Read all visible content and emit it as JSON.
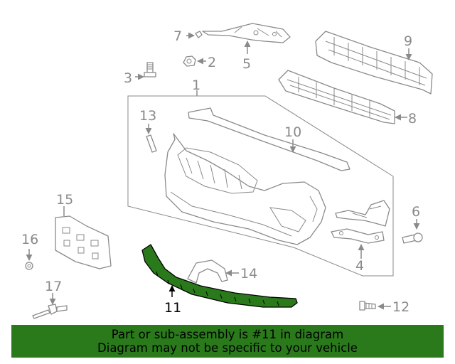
{
  "colors": {
    "highlight": "#2a7a1c",
    "banner_bg": "#2a7a1c",
    "line_gray": "#8a8a8a",
    "text_black": "#000000"
  },
  "callouts": {
    "c1": "1",
    "c2": "2",
    "c3": "3",
    "c4": "4",
    "c5": "5",
    "c6": "6",
    "c7": "7",
    "c8": "8",
    "c9": "9",
    "c10": "10",
    "c11": "11",
    "c12": "12",
    "c13": "13",
    "c14": "14",
    "c15": "15",
    "c16": "16",
    "c17": "17"
  },
  "highlighted_part": "11",
  "banner": {
    "line1": "Part or sub-assembly is #11 in diagram",
    "line2": "Diagram may not be specific to your vehicle"
  }
}
